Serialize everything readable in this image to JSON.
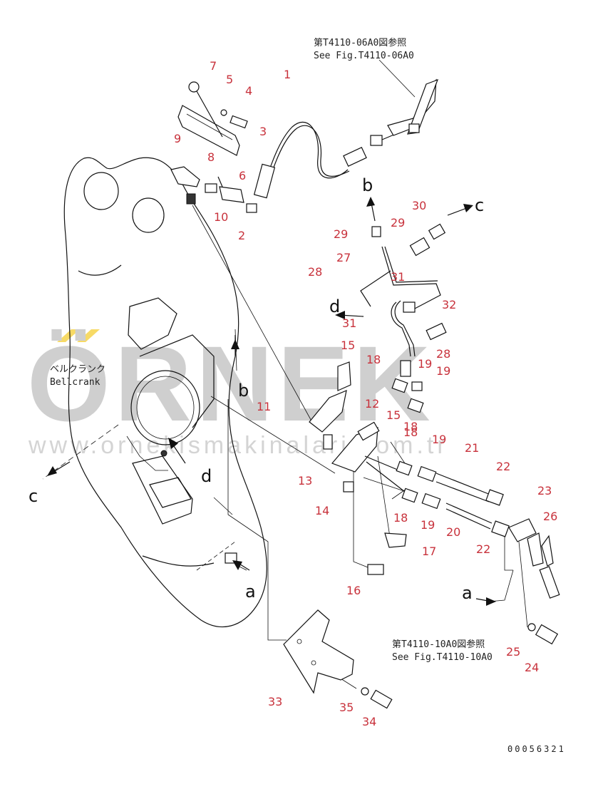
{
  "references": {
    "top": {
      "jp": "第T4110-06A0図参照",
      "en": "See Fig.T4110-06A0"
    },
    "bottom": {
      "jp": "第T4110-10A0図参照",
      "en": "See Fig.T4110-10A0"
    }
  },
  "bellcrank": {
    "jp": "ベルクランク",
    "en": "Bellcrank"
  },
  "watermark": {
    "main": "ÖRNEK",
    "sub": "www.ornekismakinalari.com.tr"
  },
  "drawing_code": "00056321",
  "part_numbers": [
    "1",
    "2",
    "3",
    "4",
    "5",
    "6",
    "7",
    "8",
    "9",
    "10",
    "11",
    "12",
    "13",
    "14",
    "15",
    "15",
    "16",
    "17",
    "18",
    "18",
    "18",
    "18",
    "19",
    "19",
    "19",
    "19",
    "20",
    "21",
    "22",
    "22",
    "23",
    "24",
    "25",
    "26",
    "27",
    "28",
    "28",
    "29",
    "29",
    "30",
    "31",
    "31",
    "32",
    "33",
    "34",
    "35"
  ],
  "view_letters": [
    "a",
    "a",
    "b",
    "b",
    "c",
    "c",
    "d",
    "d"
  ],
  "colors": {
    "callout": "#c8323c",
    "line": "#111111",
    "watermark": "#cfcfcf"
  }
}
